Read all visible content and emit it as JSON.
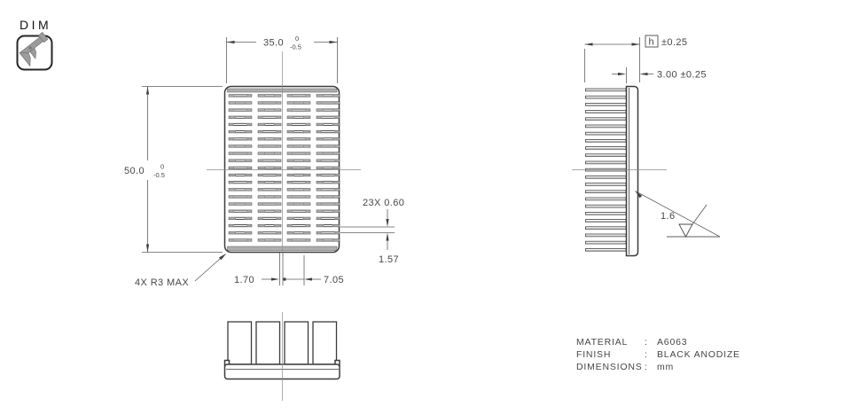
{
  "header": {
    "dim_label": "DIM",
    "dim_icon": "caliper-icon"
  },
  "front_view": {
    "width_dim": {
      "value": "35.0",
      "tol_upper": "0",
      "tol_lower": "-0.5"
    },
    "height_dim": {
      "value": "50.0",
      "tol_upper": "0",
      "tol_lower": "-0.5"
    },
    "slot_count_dim": "23X 0.60",
    "slot_pitch_dim": "1.57",
    "corner_radius_note": "4X R3 MAX",
    "slot_offset_dim": "1.70",
    "slot_spacing_dim": "7.05"
  },
  "side_view": {
    "height_symbol": "h",
    "height_tol": "±0.25",
    "base_thickness_dim": "3.00 ±0.25",
    "surface_roughness": "1.6"
  },
  "notes": {
    "rows": [
      {
        "label": "MATERIAL",
        "sep": ":",
        "value": "A6063"
      },
      {
        "label": "FINISH",
        "sep": ":",
        "value": "BLACK ANODIZE"
      },
      {
        "label": "DIMENSIONS",
        "sep": ":",
        "value": "mm"
      }
    ]
  },
  "geometry": {
    "front_slot_rows": 21,
    "front_slot_columns": 4,
    "side_fin_count": 23,
    "bottom_post_count": 4
  },
  "colors": {
    "line": "#3b3b3b",
    "dim": "#5f5f5f",
    "text": "#474747",
    "fin_gray": "#aeaeae",
    "icon_gray": "#9c9c9c"
  }
}
